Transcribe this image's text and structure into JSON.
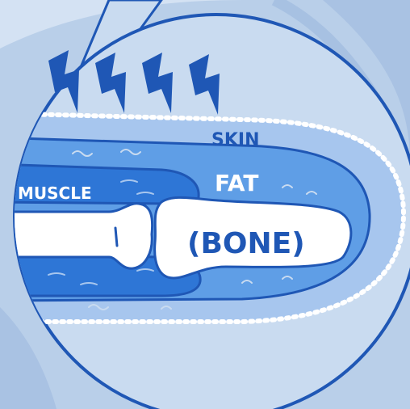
{
  "labels": {
    "skin": "SKIN",
    "fat": "FAT",
    "muscle": "MUSCLE",
    "bone": "(BONE)"
  },
  "layers": [
    "skin",
    "fat",
    "muscle",
    "bone"
  ],
  "icons": {
    "bolt": "lightning-bolt-icon",
    "bolt_count": 4
  },
  "colors": {
    "background": "#b9cfe9",
    "lens": "#c9dbf0",
    "outline": "#1f57b5",
    "skin": "#a7c6ee",
    "fat": "#5f9ee6",
    "muscle": "#2e76d6",
    "bone": "#ffffff",
    "label_dark": "#1f57b5",
    "label_light": "#ffffff"
  }
}
